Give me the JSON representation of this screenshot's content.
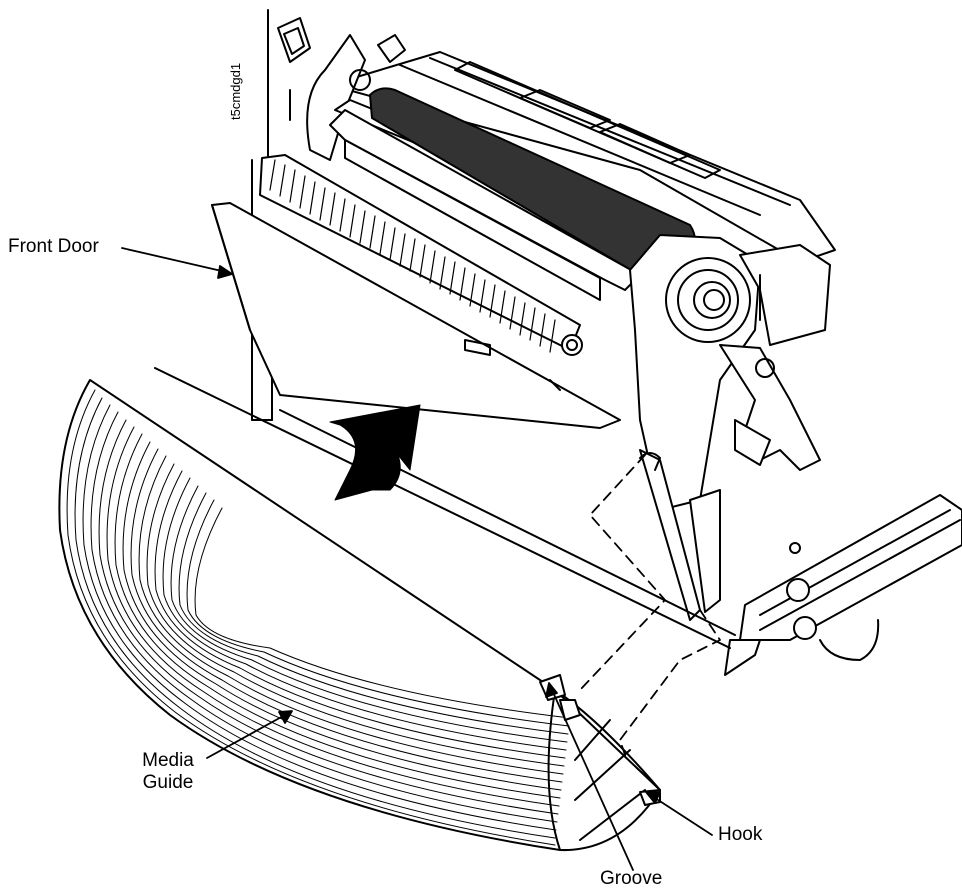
{
  "figure": {
    "id_label": "t5cmdgd1",
    "callouts": {
      "front_door": "Front Door",
      "media_guide_line1": "Media",
      "media_guide_line2": "Guide",
      "hook": "Hook",
      "groove": "Groove"
    }
  },
  "colors": {
    "line": "#000000",
    "paper": "#ffffff",
    "roller_dark": "#333333",
    "arrow_fill": "#000000"
  }
}
